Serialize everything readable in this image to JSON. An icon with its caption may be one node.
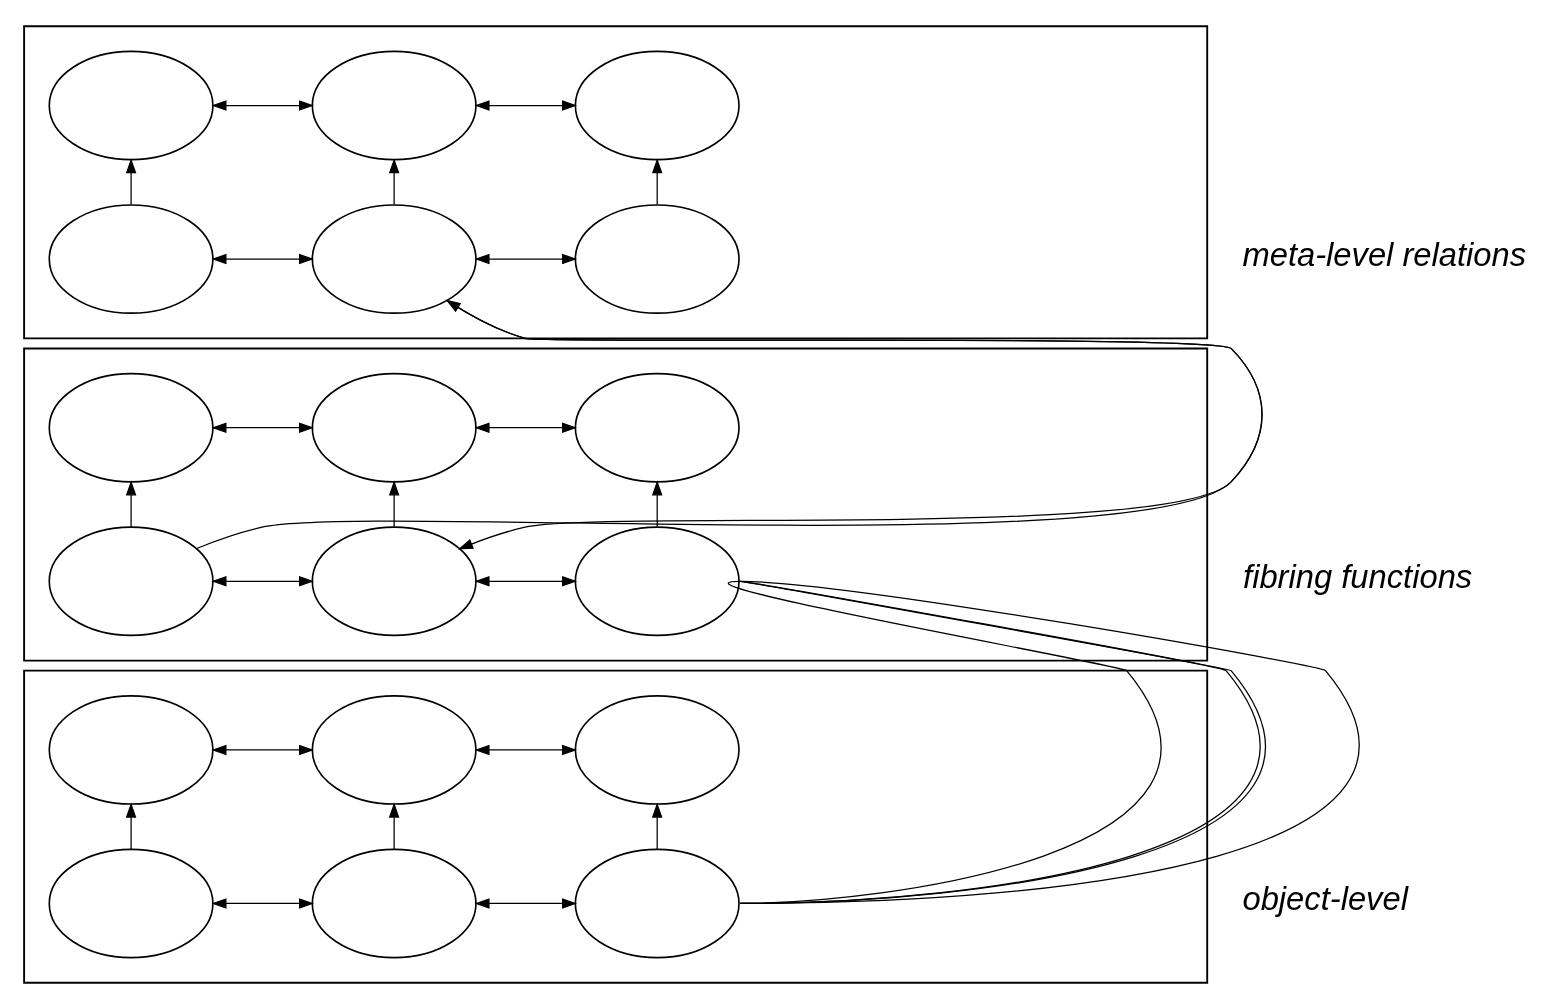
{
  "diagram": {
    "nodes": [
      {
        "text": [],
        "shape": "parallelogram"
      },
      {
        "text": [],
        "shape": "ellipse",
        "in": 0
      },
      {
        "text": [],
        "shape": "ellipse",
        "in": 0
      },
      {
        "text": [],
        "shape": "ellipse",
        "in": 0
      },
      {
        "text": [],
        "shape": "ellipse",
        "in": 0
      },
      {
        "text": [],
        "shape": "ellipse",
        "in": 0
      },
      {
        "text": [],
        "shape": "ellipse",
        "in": 0
      },
      {
        "text": [],
        "shape": "parallelogram"
      },
      {
        "text": [],
        "shape": "ellipse",
        "in": 7
      },
      {
        "text": [],
        "shape": "ellipse",
        "in": 7
      },
      {
        "text": [],
        "shape": "ellipse",
        "in": 7
      },
      {
        "text": [],
        "shape": "ellipse",
        "in": 7
      },
      {
        "text": [],
        "shape": "ellipse",
        "in": 7
      },
      {
        "text": [],
        "shape": "ellipse",
        "in": 7
      },
      {
        "text": [],
        "shape": "parallelogram"
      },
      {
        "text": [],
        "shape": "ellipse",
        "in": 14
      },
      {
        "text": [],
        "shape": "ellipse",
        "in": 14
      },
      {
        "text": [],
        "shape": "ellipse",
        "in": 14
      },
      {
        "text": [],
        "shape": "ellipse",
        "in": 14
      },
      {
        "text": [],
        "shape": "ellipse",
        "in": 14
      },
      {
        "text": [],
        "shape": "ellipse",
        "in": 14
      }
    ],
    "edges": [
      {
        "from": 1,
        "to": 2,
        "arrow": "both"
      },
      {
        "from": 2,
        "to": 3,
        "arrow": "both"
      },
      {
        "from": 4,
        "to": 1,
        "arrow": "to"
      },
      {
        "from": 5,
        "to": 2,
        "arrow": "to"
      },
      {
        "from": 6,
        "to": 3,
        "arrow": "to"
      },
      {
        "from": 4,
        "to": 5,
        "arrow": "both"
      },
      {
        "from": 5,
        "to": 6,
        "arrow": "both"
      },
      {
        "from": 11,
        "to": 5,
        "arrow": "to"
      },
      {
        "from": 5,
        "to": 12,
        "arrow": "to"
      },
      {
        "from": 8,
        "to": 9,
        "arrow": "both"
      },
      {
        "from": 9,
        "to": 10,
        "arrow": "both"
      },
      {
        "from": 11,
        "to": 8,
        "arrow": "to"
      },
      {
        "from": 12,
        "to": 9,
        "arrow": "to"
      },
      {
        "from": 13,
        "to": 10,
        "arrow": "to"
      },
      {
        "from": 11,
        "to": 12,
        "arrow": "both"
      },
      {
        "from": 12,
        "to": 13,
        "arrow": "both"
      },
      {
        "from": 13,
        "to": 20,
        "arrow": "none"
      },
      {
        "from": 13,
        "to": 20,
        "arrow": "none"
      },
      {
        "from": 13,
        "to": 20,
        "arrow": "none"
      },
      {
        "from": 13,
        "to": 20,
        "arrow": "none"
      },
      {
        "from": 15,
        "to": 16,
        "arrow": "both"
      },
      {
        "from": 16,
        "to": 17,
        "arrow": "both"
      },
      {
        "from": 18,
        "to": 15,
        "arrow": "to"
      },
      {
        "from": 19,
        "to": 16,
        "arrow": "to"
      },
      {
        "from": 20,
        "to": 17,
        "arrow": "to"
      },
      {
        "from": 18,
        "to": 19,
        "arrow": "both"
      },
      {
        "from": 19,
        "to": 20,
        "arrow": "both"
      }
    ],
    "labels": [
      "meta-level relations",
      "fibring functions",
      "object-level"
    ]
  }
}
